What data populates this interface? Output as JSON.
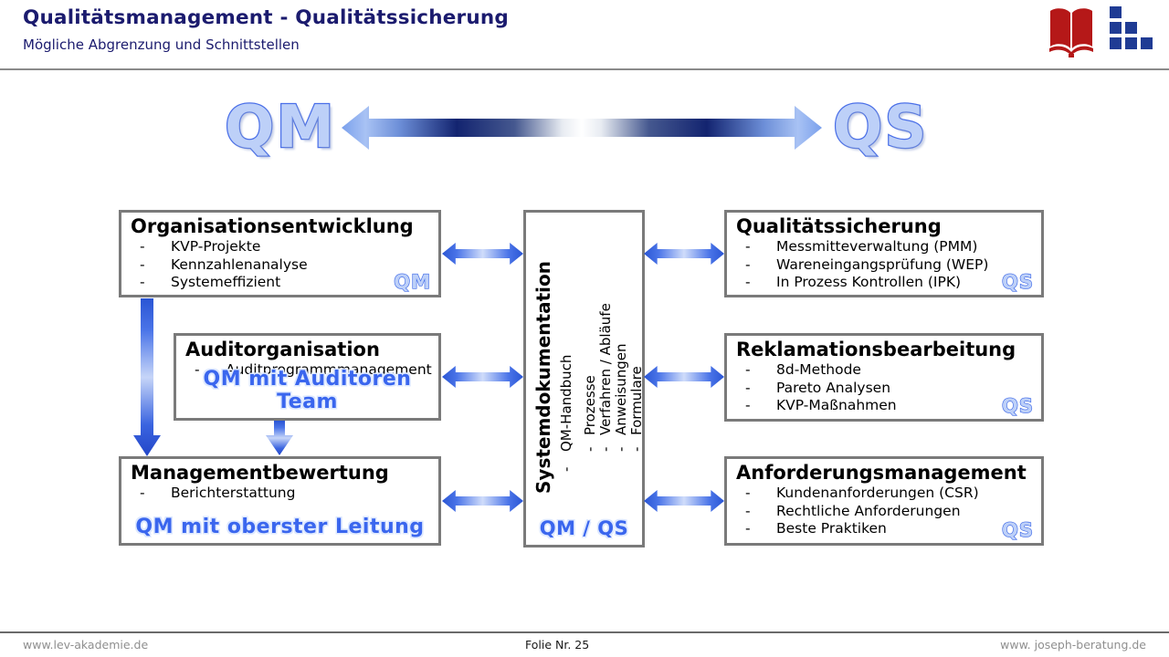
{
  "header": {
    "title": "Qualitätsmanagement - Qualitätssicherung",
    "subtitle": "Mögliche Abgrenzung und Schnittstellen",
    "logos": {
      "left": "open-book-logo",
      "right": "stacked-squares-logo"
    }
  },
  "banner": {
    "left": "QM",
    "right": "QS"
  },
  "boxes": {
    "left": [
      {
        "title": "Organisationsentwicklung",
        "items": [
          "KVP-Projekte",
          "Kennzahlenanalyse",
          "Systemeffizient"
        ],
        "tag": "QM"
      },
      {
        "title": "Auditorganisation",
        "items": [
          "Auditprogrammmanagement"
        ],
        "tag": "QM mit Auditoren Team"
      },
      {
        "title": "Managementbewertung",
        "items": [
          "Berichterstattung"
        ],
        "tag": "QM mit oberster Leitung"
      }
    ],
    "center": {
      "title": "Systemdokumentation",
      "item": "QM-Handbuch",
      "subitems": [
        "Prozesse",
        "Verfahren / Abläufe",
        "Anweisungen",
        "Formulare"
      ],
      "tag": "QM / QS"
    },
    "right": [
      {
        "title": "Qualitätssicherung",
        "items": [
          "Messmitteverwaltung (PMM)",
          "Wareneingangsprüfung (WEP)",
          "In Prozess Kontrollen (IPK)"
        ],
        "tag": "QS"
      },
      {
        "title": "Reklamationsbearbeitung",
        "items": [
          "8d-Methode",
          "Pareto Analysen",
          "KVP-Maßnahmen"
        ],
        "tag": "QS"
      },
      {
        "title": "Anforderungsmanagement",
        "items": [
          "Kundenanforderungen (CSR)",
          "Rechtliche Anforderungen",
          "Beste Praktiken"
        ],
        "tag": "QS"
      }
    ]
  },
  "footer": {
    "left": "www.lev-akademie.de",
    "center": "Folie Nr. 25",
    "right": "www. joseph-beratung.de"
  },
  "colors": {
    "title_navy": "#1b1b6e",
    "wordart_fill": "#bdd0f8",
    "wordart_stroke": "#4a6fe8",
    "accent_blue": "#3a66ee",
    "box_border": "#7a7a7a",
    "logo_red": "#b51818",
    "logo_blue": "#1f3b94"
  }
}
